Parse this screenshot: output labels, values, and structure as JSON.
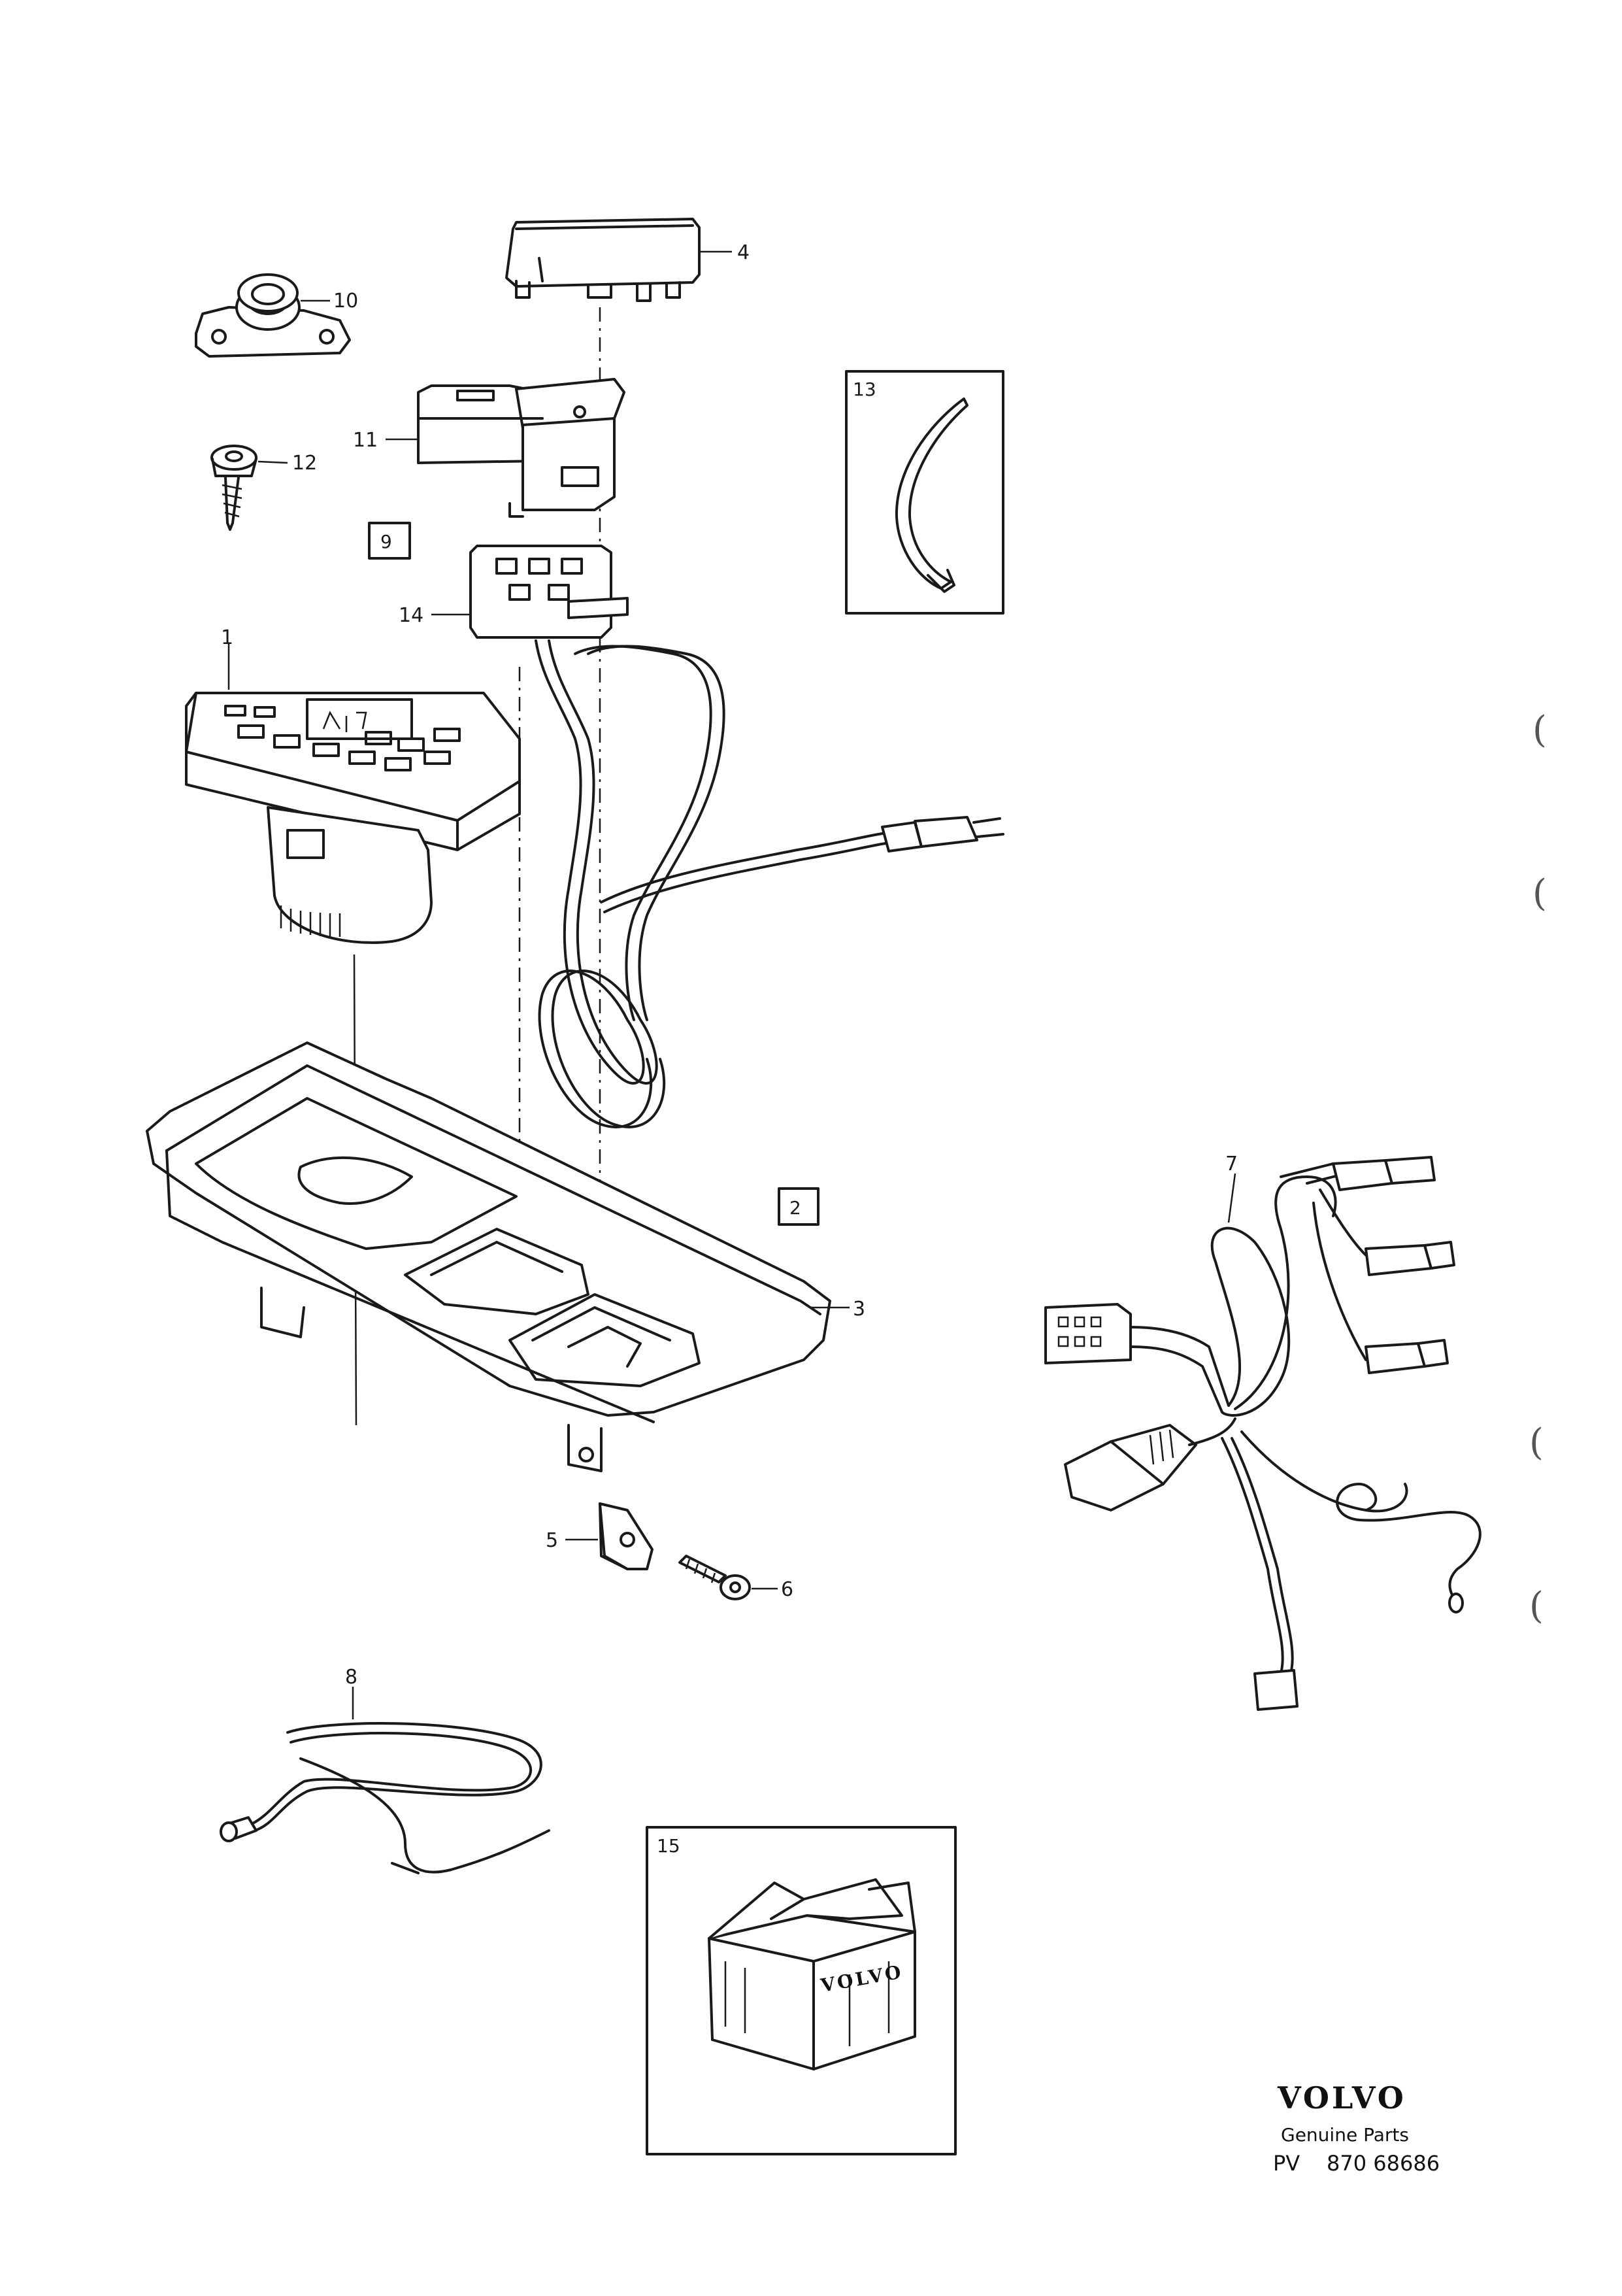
{
  "callouts": {
    "c1": "1",
    "c2": "2",
    "c3": "3",
    "c4": "4",
    "c5": "5",
    "c6": "6",
    "c7": "7",
    "c8": "8",
    "c9": "9",
    "c10": "10",
    "c11": "11",
    "c12": "12",
    "c13": "13",
    "c14": "14",
    "c15": "15"
  },
  "box_label": "VOLVO",
  "footer": {
    "brand": "VOLVO",
    "subtitle": "Genuine Parts",
    "pv_prefix": "PV",
    "pv_number": "870 68686"
  },
  "binding_marks": [
    "(",
    "(",
    "(",
    "("
  ]
}
